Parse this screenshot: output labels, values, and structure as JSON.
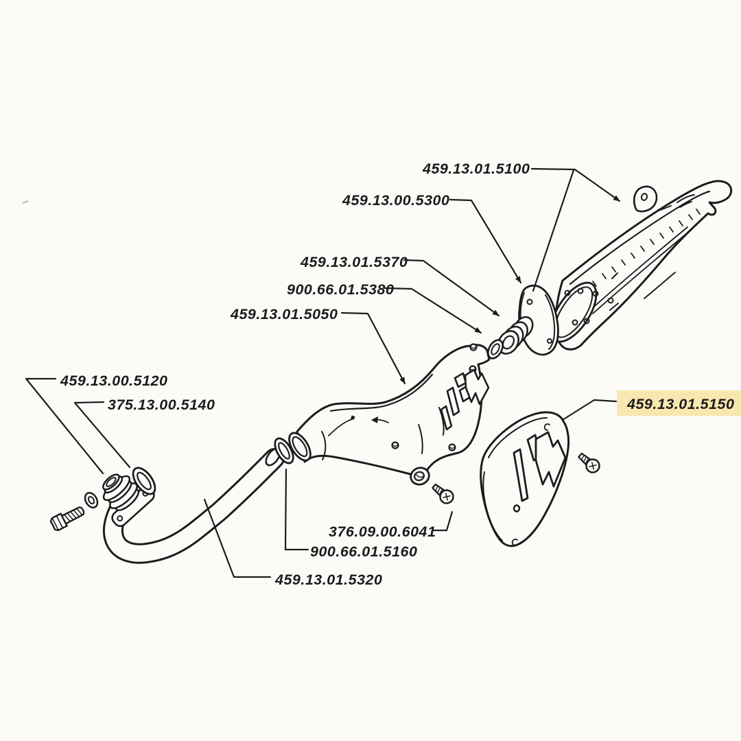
{
  "diagram": {
    "type": "exploded-parts-diagram",
    "subject": "exhaust-silencer-assembly",
    "background_color": "#fcfbf8",
    "ink_color": "#1c1c1c",
    "highlight_color": "#f8e7ae",
    "labels": [
      {
        "id": "5100",
        "text": "459.13.01.5100",
        "highlighted": false
      },
      {
        "id": "5300",
        "text": "459.13.00.5300",
        "highlighted": false
      },
      {
        "id": "5370",
        "text": "459.13.01.5370",
        "highlighted": false
      },
      {
        "id": "5380",
        "text": "900.66.01.5380",
        "highlighted": false
      },
      {
        "id": "5050",
        "text": "459.13.01.5050",
        "highlighted": false
      },
      {
        "id": "5120",
        "text": "459.13.00.5120",
        "highlighted": false
      },
      {
        "id": "5140",
        "text": "375.13.00.5140",
        "highlighted": false
      },
      {
        "id": "5150",
        "text": "459.13.01.5150",
        "highlighted": true
      },
      {
        "id": "6041",
        "text": "376.09.00.6041",
        "highlighted": false
      },
      {
        "id": "5160",
        "text": "900.66.01.5160",
        "highlighted": false
      },
      {
        "id": "5320",
        "text": "459.13.01.5320",
        "highlighted": false
      }
    ]
  }
}
